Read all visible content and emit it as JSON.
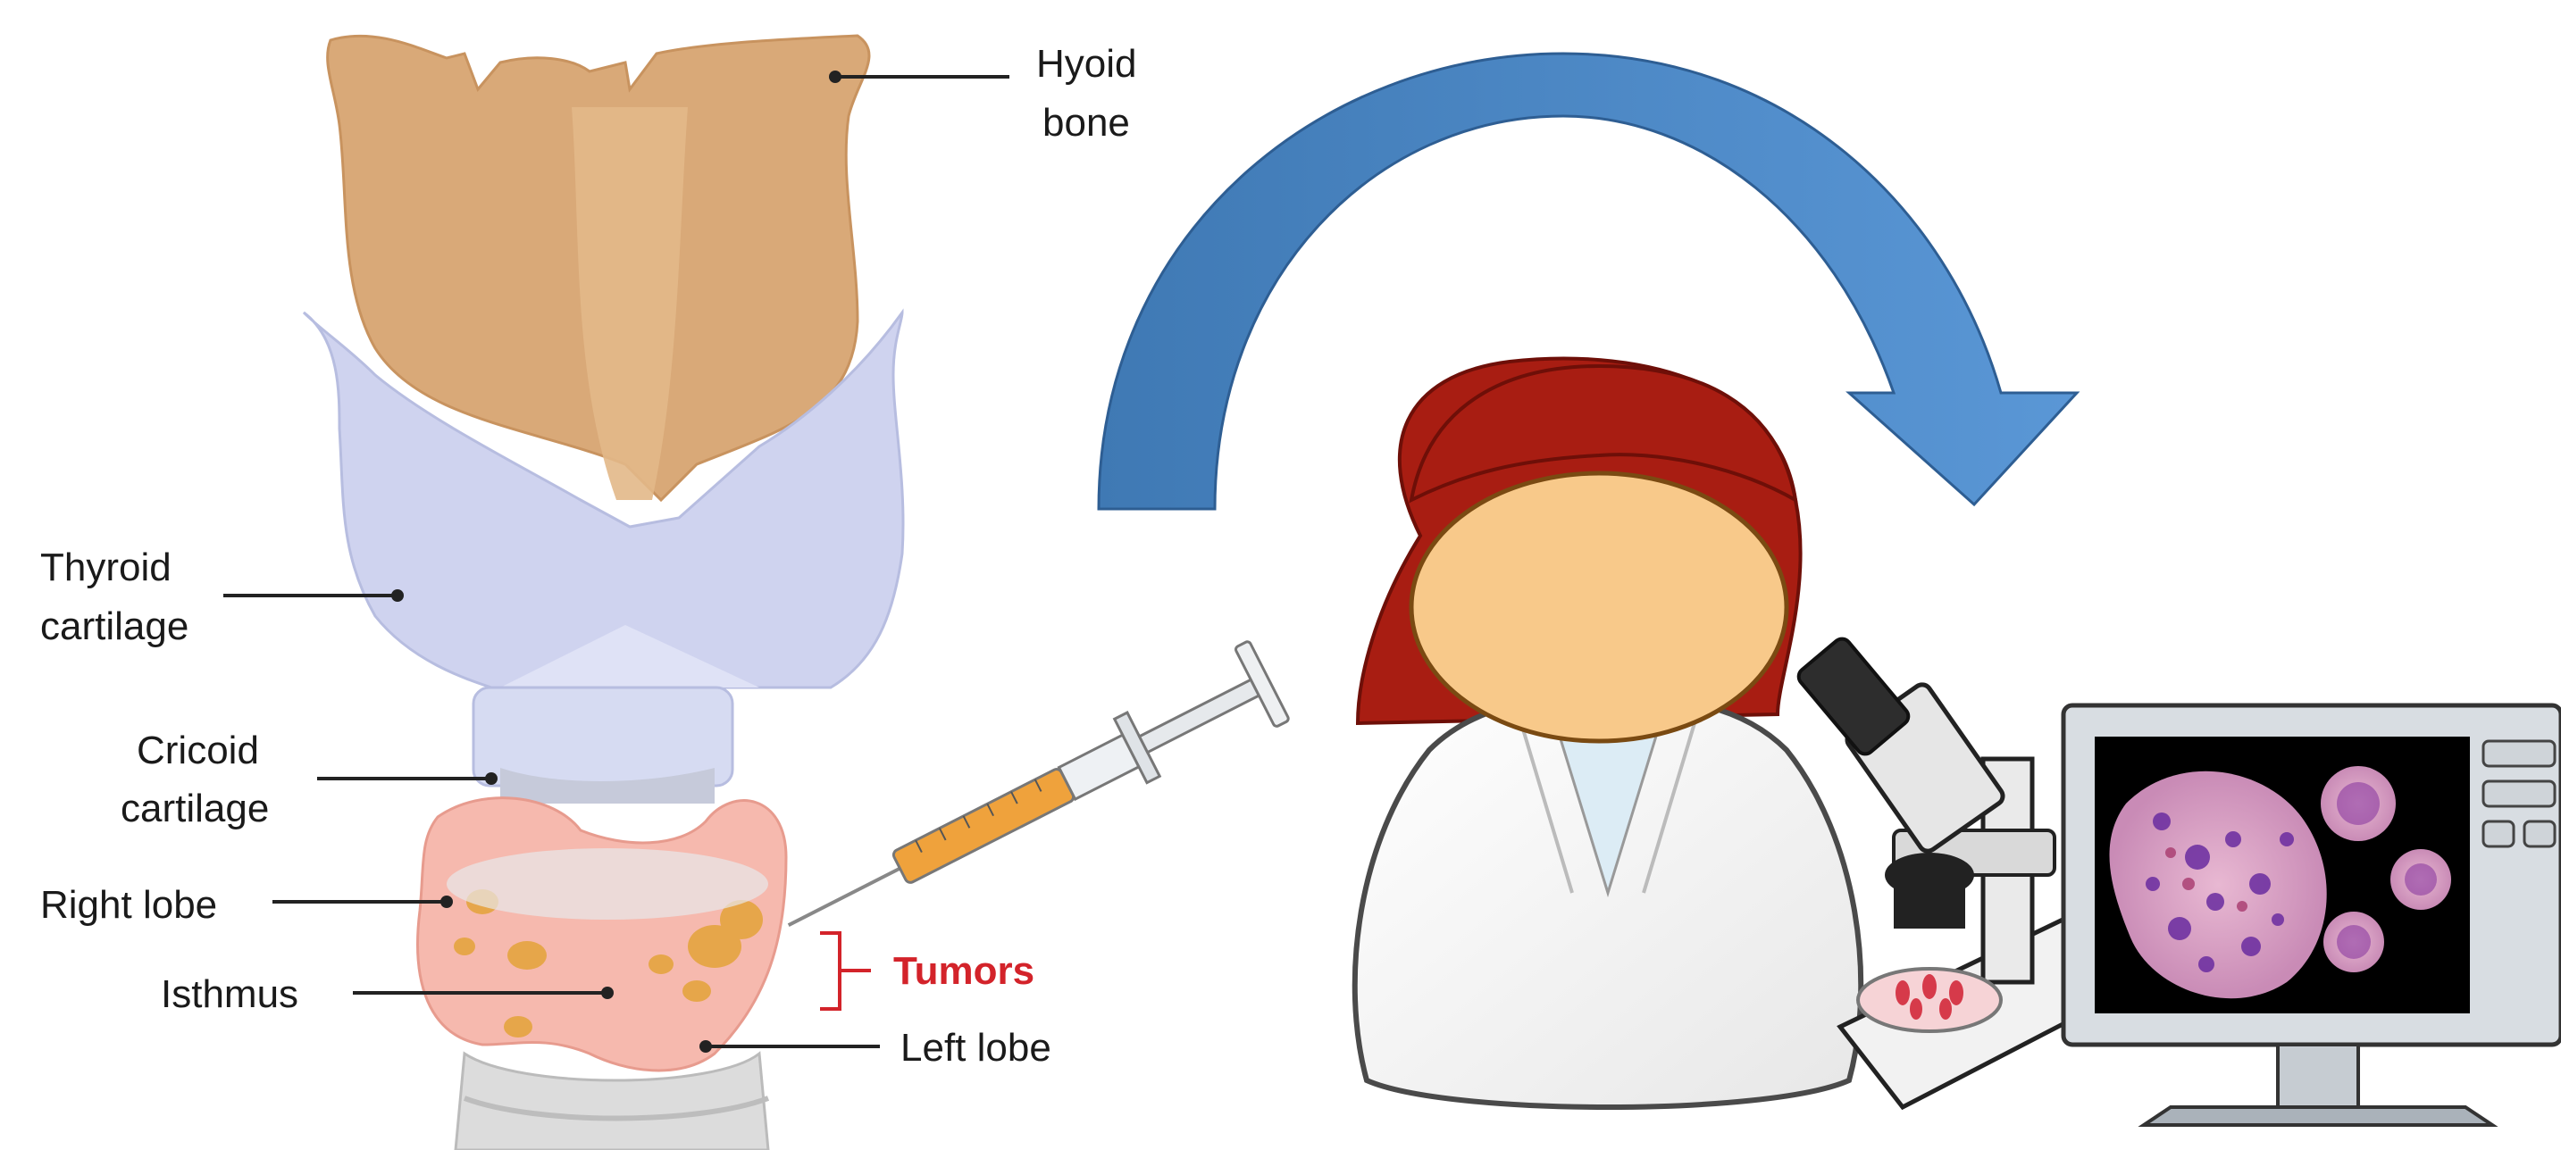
{
  "labels": {
    "hyoid_line1": "Hyoid",
    "hyoid_line2": "bone",
    "thyroid_line1": "Thyroid",
    "thyroid_line2": "cartilage",
    "cricoid_line1": "Cricoid",
    "cricoid_line2": "cartilage",
    "right_lobe": "Right lobe",
    "isthmus": "Isthmus",
    "tumors": "Tumors",
    "left_lobe": "Left lobe"
  },
  "colors": {
    "hyoid": "#d9a978",
    "hyoid_dark": "#c8935f",
    "cartilage": "#cfd3ef",
    "thyroid_gland": "#f6b9ae",
    "tumor": "#e6a64a",
    "tumor_label": "#d3232a",
    "arrow": "#4f87c4",
    "hair": "#a81d12",
    "face": "#f8c98a",
    "screen": "#000000"
  }
}
